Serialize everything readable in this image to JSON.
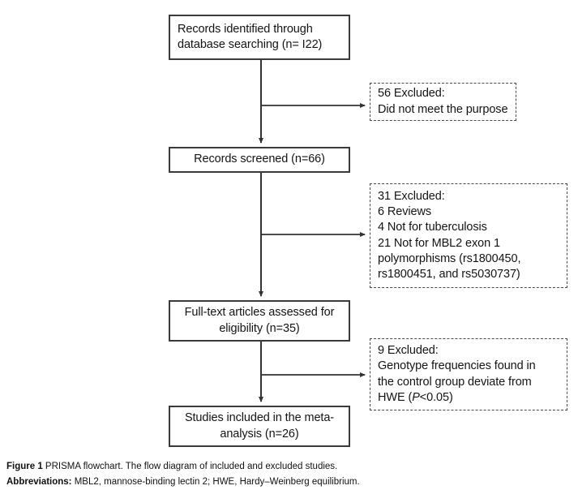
{
  "figure": {
    "type": "prisma-flowchart",
    "caption_line_1_lead": "Figure 1",
    "caption_line_1_rest": " PRISMA flowchart. The flow diagram of included and excluded studies.",
    "caption_line_2_lead": "Abbreviations:",
    "caption_line_2_rest": " MBL2, mannose-binding lectin 2; HWE, Hardy–Weinberg equilibrium."
  },
  "colors": {
    "box_border": "#3a3a3a",
    "dashed_border": "#4a4a4a",
    "connector": "#333333",
    "background": "#ffffff",
    "text": "#141414"
  },
  "stages": [
    {
      "id": "identified",
      "line_1": "Records identified through",
      "line_2": "database searching (n= I22)",
      "count": 122
    },
    {
      "id": "screened",
      "line_1": "Records screened (n=66)",
      "count": 66
    },
    {
      "id": "fulltext",
      "line_1": "Full-text articles assessed for",
      "line_2": "eligibility (n=35)",
      "count": 35
    },
    {
      "id": "included",
      "line_1": "Studies included in the meta-",
      "line_2": "analysis (n=26)",
      "count": 26
    }
  ],
  "exclusions": [
    {
      "id": "excl-1",
      "count": 56,
      "line_1": "56 Excluded:",
      "line_2": "Did not meet the purpose"
    },
    {
      "id": "excl-2",
      "count": 31,
      "line_1": "31 Excluded:",
      "line_2": "6 Reviews",
      "line_3": "4 Not for tuberculosis",
      "line_4": "21 Not for MBL2 exon 1",
      "line_5": "polymorphisms (rs1800450,",
      "line_6": "rs1800451, and rs5030737)"
    },
    {
      "id": "excl-3",
      "count": 9,
      "line_1": "9 Excluded:",
      "line_2": "Genotype frequencies found in",
      "line_3": "the control group deviate from",
      "line_4_pre": "HWE (",
      "line_4_ital": "P",
      "line_4_post": "<0.05)"
    }
  ]
}
